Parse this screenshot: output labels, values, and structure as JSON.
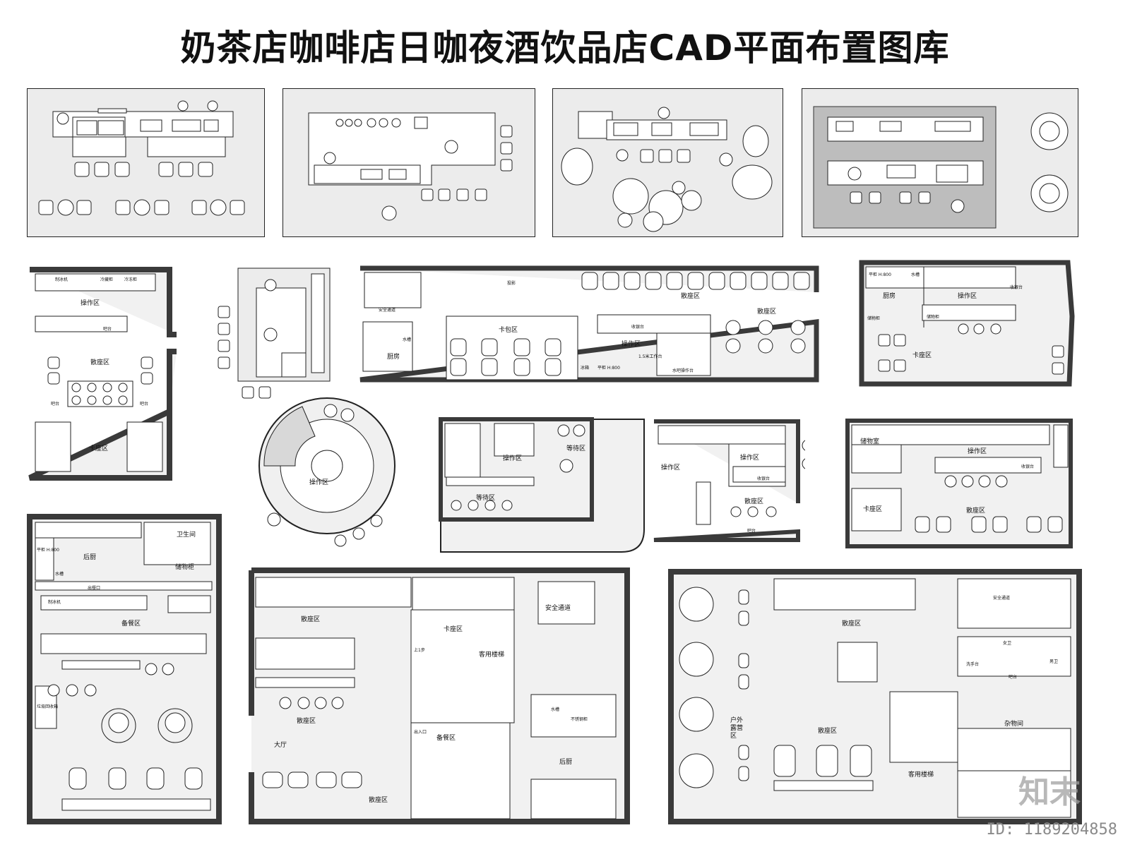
{
  "title": "奶茶店咖啡店日咖夜酒饮品店CAD平面布置图库",
  "watermark": {
    "id_text": "ID: 1189204858",
    "logo": "知末"
  },
  "plans": {
    "p5": {
      "cold": "冷藏柜",
      "freezer": "冷冻柜",
      "ice": "制冰机",
      "op": "操作区",
      "bar1": "吧台",
      "bar2": "吧台",
      "bar3": "吧台",
      "seating": "散座区",
      "booth": "卡座区"
    },
    "p7": {
      "projection": "投影",
      "exit": "安全通道",
      "booth": "卡包区",
      "kitchen": "厨房",
      "seating": "散座区",
      "seating2": "散座区",
      "op": "操作区",
      "cashier": "收银台",
      "sink": "水槽",
      "workbench": "1.5米工作台",
      "water": "水吧操作台",
      "ice": "冰箱",
      "flat": "平柜 H:800"
    },
    "p8": {
      "flat": "平柜 H:800",
      "sink": "水槽",
      "kitchen": "厨房",
      "op": "操作区",
      "cashier": "收银台",
      "storage": "储物柜",
      "booth": "卡座区",
      "cabinet": "储物柜"
    },
    "p9": {
      "op": "操作区"
    },
    "p10": {
      "op": "操作区",
      "waiting": "等待区",
      "waiting2": "等待区"
    },
    "p11": {
      "op1": "操作区",
      "op2": "操作区",
      "seating": "散座区",
      "cashier": "收银台",
      "bar": "吧台"
    },
    "p12": {
      "storage": "储物室",
      "op": "操作区",
      "cashier": "收银台",
      "booth": "卡座区",
      "seating": "散座区"
    },
    "p13": {
      "flat": "平柜 H:800",
      "sink": "水槽",
      "kitchen": "后厨",
      "toilet": "卫生间",
      "cabinet": "储物柜",
      "serve": "出餐口",
      "ice": "制冰机",
      "prep": "备餐区",
      "trash": "垃圾回收箱"
    },
    "p14": {
      "seating1": "散座区",
      "booth": "卡座区",
      "stairs": "客用楼梯",
      "exit": "安全通道",
      "seating2": "散座区",
      "hall": "大厅",
      "seating3": "散座区",
      "prep": "备餐区",
      "kitchen": "后厨",
      "step": "上1步",
      "serve": "出入口",
      "steel": "不锈钢柜",
      "sink": "水槽"
    },
    "p15": {
      "seating1": "散座区",
      "exit": "安全通道",
      "female": "女卫",
      "male": "男卫",
      "wash": "洗手台",
      "outdoor": "户外露营区",
      "seating2": "散座区",
      "sundry": "杂物间",
      "stairs": "客用楼梯",
      "bar": "吧台"
    }
  }
}
